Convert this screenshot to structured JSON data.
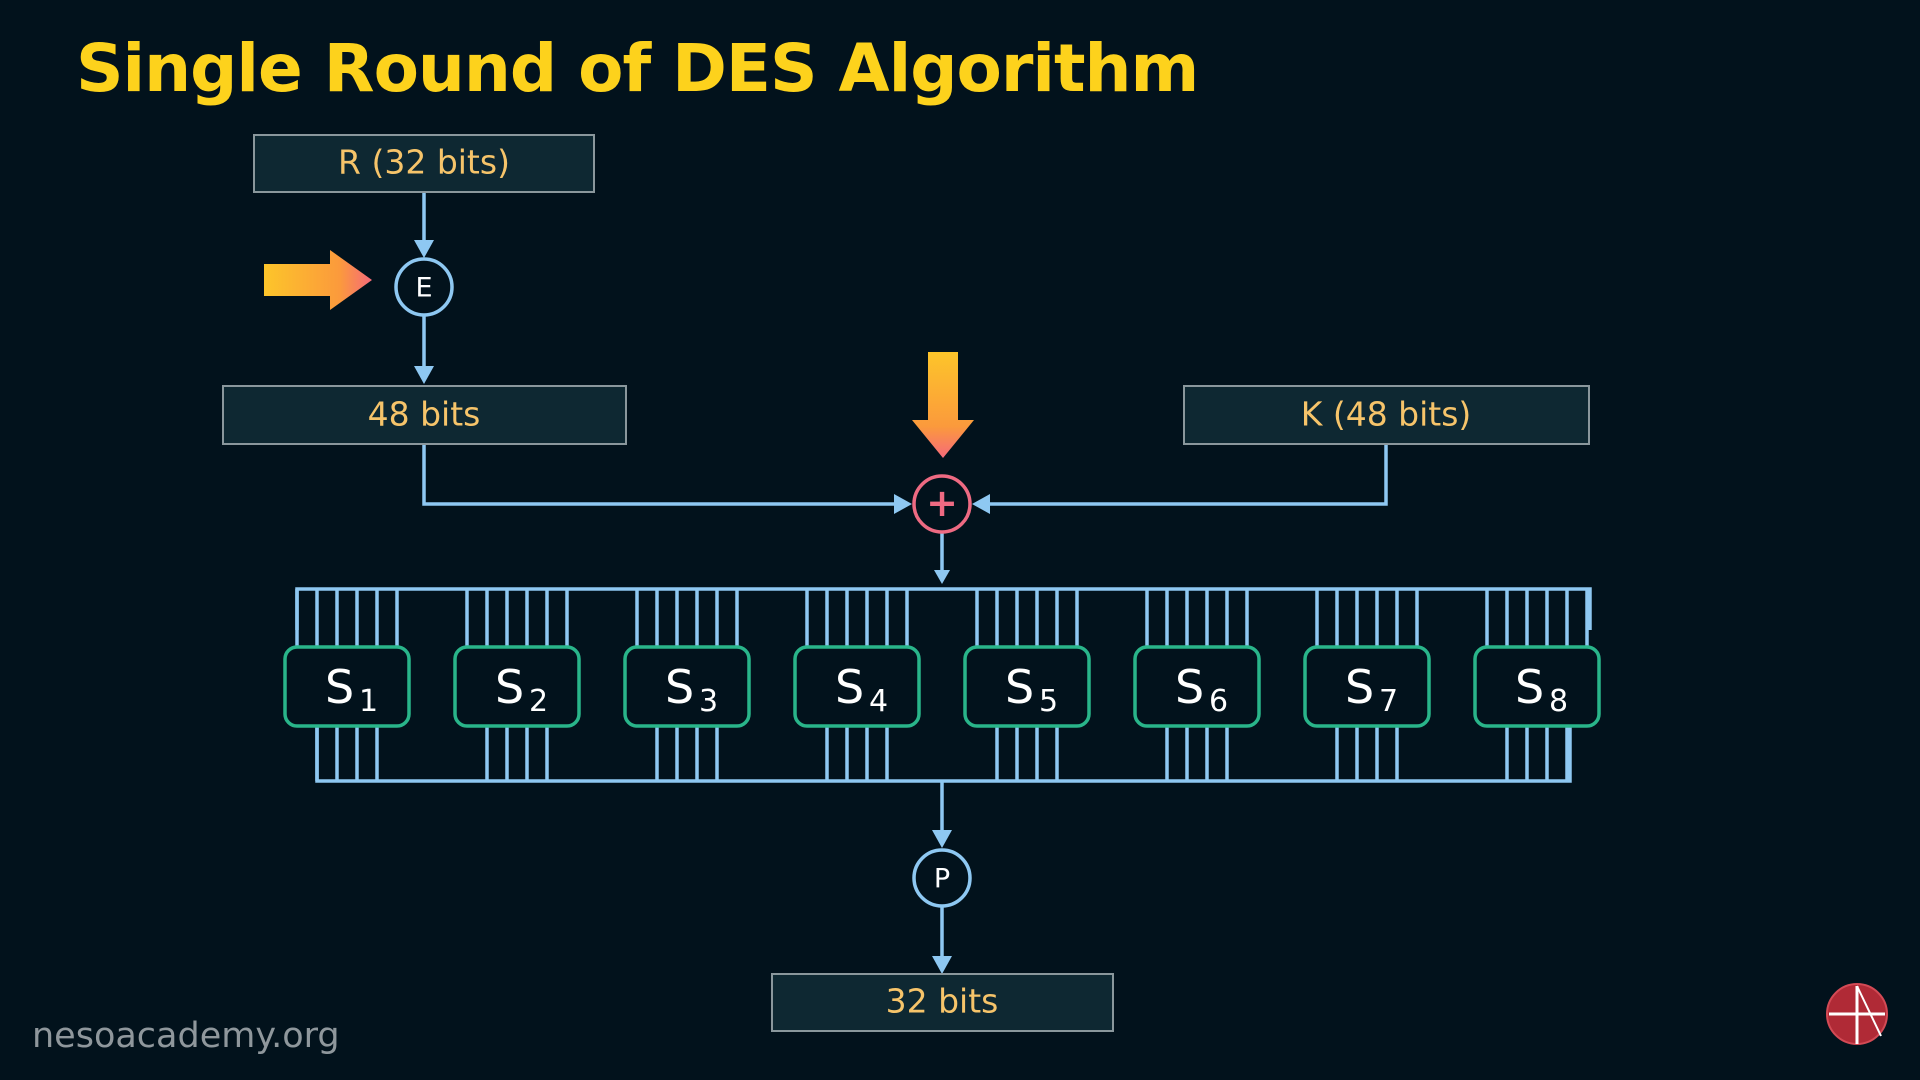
{
  "title": "Single Round of DES Algorithm",
  "boxes": {
    "r_input": "R (32 bits)",
    "expanded": "48 bits",
    "key": "K (48 bits)",
    "output": "32 bits"
  },
  "nodes": {
    "expansion": "E",
    "xor": "+",
    "permutation": "P"
  },
  "sboxes": [
    {
      "letter": "S",
      "sub": "1"
    },
    {
      "letter": "S",
      "sub": "2"
    },
    {
      "letter": "S",
      "sub": "3"
    },
    {
      "letter": "S",
      "sub": "4"
    },
    {
      "letter": "S",
      "sub": "5"
    },
    {
      "letter": "S",
      "sub": "6"
    },
    {
      "letter": "S",
      "sub": "7"
    },
    {
      "letter": "S",
      "sub": "8"
    }
  ],
  "watermark": "nesoacademy.org",
  "colors": {
    "background": "#02121c",
    "title": "#fdd21c",
    "line": "#8ec8f2",
    "box_text": "#f6c46a",
    "sbox_border": "#29b58a",
    "xor": "#ee6a82",
    "pointer_arrow": "#fba93a"
  }
}
